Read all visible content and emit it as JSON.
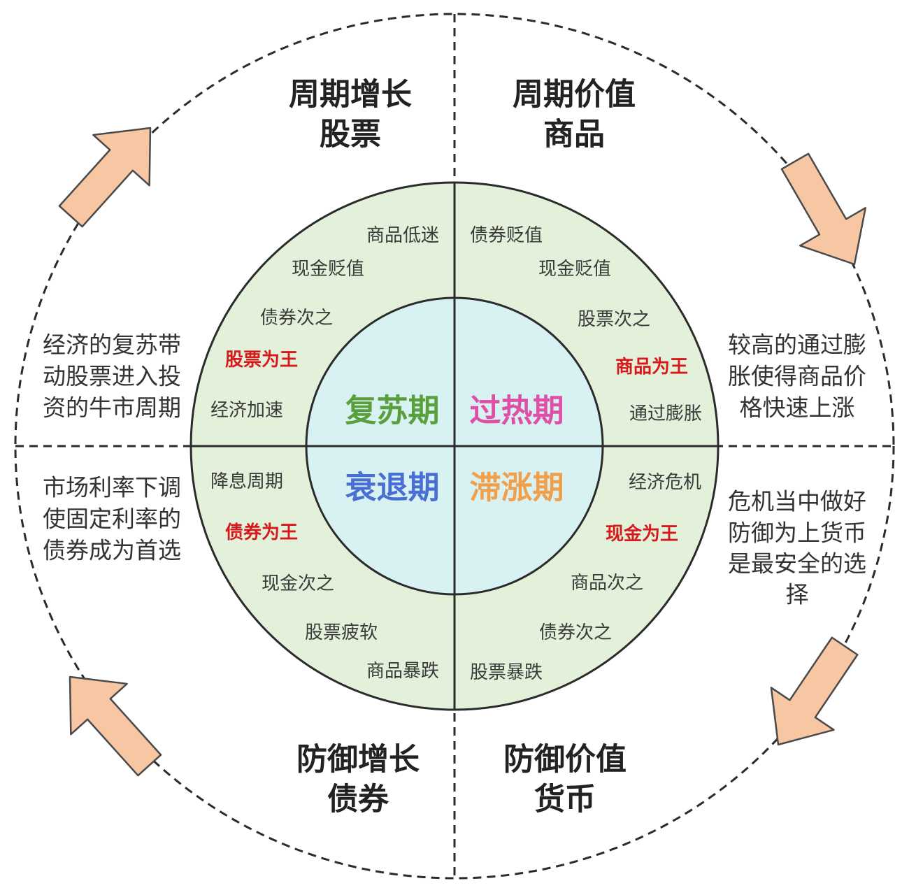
{
  "colors": {
    "outer_fill": "#fcf8e9",
    "ring_fill": "#e3f1da",
    "core_fill": "#d8f2f4",
    "highlight": "#d7191c",
    "arrow_fill": "#f7c7a4",
    "line": "#2b2b2b"
  },
  "quadrants": {
    "top_left": {
      "title": [
        "周期增长",
        "股票"
      ],
      "description": [
        "经济的复苏带",
        "动股票进入投",
        "资的牛市周期"
      ],
      "phase": {
        "label": "复苏期",
        "color": "#5a9f3b"
      },
      "ring_items": [
        {
          "text": "商品低迷",
          "highlight": false
        },
        {
          "text": "现金贬值",
          "highlight": false
        },
        {
          "text": "债券次之",
          "highlight": false
        },
        {
          "text": "股票为王",
          "highlight": true
        },
        {
          "text": "经济加速",
          "highlight": false
        }
      ]
    },
    "top_right": {
      "title": [
        "周期价值",
        "商品"
      ],
      "description": [
        "较高的通过膨",
        "胀使得商品价",
        "格快速上涨"
      ],
      "phase": {
        "label": "过热期",
        "color": "#e04fa6"
      },
      "ring_items": [
        {
          "text": "债券贬值",
          "highlight": false
        },
        {
          "text": "现金贬值",
          "highlight": false
        },
        {
          "text": "股票次之",
          "highlight": false
        },
        {
          "text": "商品为王",
          "highlight": true
        },
        {
          "text": "通过膨胀",
          "highlight": false
        }
      ]
    },
    "bottom_left": {
      "title": [
        "防御增长",
        "债券"
      ],
      "description": [
        "市场利率下调",
        "使固定利率的",
        "债券成为首选"
      ],
      "phase": {
        "label": "衰退期",
        "color": "#4a6fd2"
      },
      "ring_items": [
        {
          "text": "降息周期",
          "highlight": false
        },
        {
          "text": "债券为王",
          "highlight": true
        },
        {
          "text": "现金次之",
          "highlight": false
        },
        {
          "text": "股票疲软",
          "highlight": false
        },
        {
          "text": "商品暴跌",
          "highlight": false
        }
      ]
    },
    "bottom_right": {
      "title": [
        "防御价值",
        "货币"
      ],
      "description": [
        "危机当中做好",
        "防御为上货币",
        "是最安全的选",
        "择"
      ],
      "phase": {
        "label": "滞涨期",
        "color": "#f0a04b"
      },
      "ring_items": [
        {
          "text": "经济危机",
          "highlight": false
        },
        {
          "text": "现金为王",
          "highlight": true
        },
        {
          "text": "商品次之",
          "highlight": false
        },
        {
          "text": "债券次之",
          "highlight": false
        },
        {
          "text": "股票暴跌",
          "highlight": false
        }
      ]
    }
  }
}
